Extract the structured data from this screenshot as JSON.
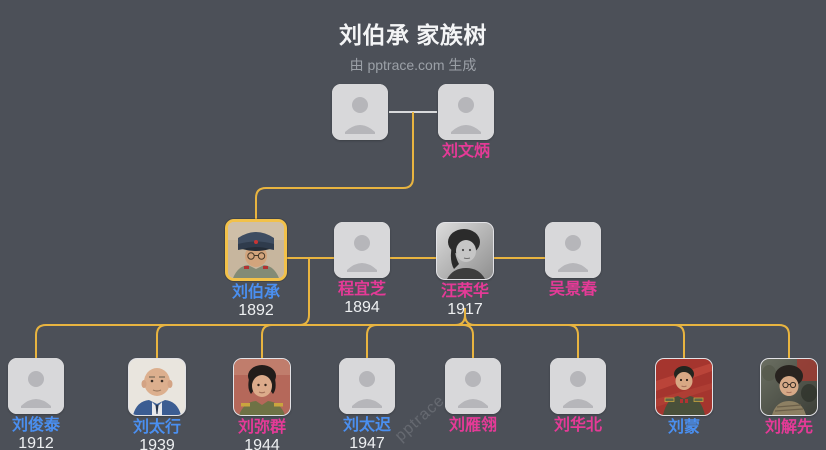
{
  "header": {
    "title": "刘伯承 家族树",
    "subtitle": "由 pptrace.com 生成"
  },
  "watermark": "pptrace.com",
  "colors": {
    "background": "#4c5058",
    "name_blue": "#4a8ff0",
    "name_pink": "#e53a97",
    "tree_line": "#e8b440",
    "couple_line": "#d9dadc",
    "highlight_border": "#f2c14a",
    "year_text": "#eef0f2",
    "placeholder_bg": "#d8d8da",
    "placeholder_icon": "#b6b6ba"
  },
  "people": {
    "gen1": [
      {
        "name": "",
        "avatar": "silhouette"
      },
      {
        "name": "刘文炳",
        "name_color": "pink",
        "avatar": "silhouette"
      }
    ],
    "gen2": [
      {
        "name": "刘伯承",
        "year": "1892",
        "name_color": "blue",
        "avatar": "photo",
        "highlighted": true
      },
      {
        "name": "程宜芝",
        "year": "1894",
        "name_color": "pink",
        "avatar": "silhouette"
      },
      {
        "name": "汪荣华",
        "year": "1917",
        "name_color": "pink",
        "avatar": "photo"
      },
      {
        "name": "吴景春",
        "name_color": "pink",
        "avatar": "silhouette"
      }
    ],
    "gen3": [
      {
        "name": "刘俊泰",
        "year": "1912",
        "name_color": "blue",
        "avatar": "silhouette"
      },
      {
        "name": "刘太行",
        "year": "1939",
        "name_color": "blue",
        "avatar": "photo"
      },
      {
        "name": "刘弥群",
        "year": "1944",
        "name_color": "pink",
        "avatar": "photo"
      },
      {
        "name": "刘太迟",
        "year": "1947",
        "name_color": "blue",
        "avatar": "silhouette"
      },
      {
        "name": "刘雁翎",
        "name_color": "pink",
        "avatar": "silhouette"
      },
      {
        "name": "刘华北",
        "name_color": "pink",
        "avatar": "silhouette"
      },
      {
        "name": "刘蒙",
        "name_color": "blue",
        "avatar": "photo"
      },
      {
        "name": "刘解先",
        "name_color": "pink",
        "avatar": "photo"
      }
    ]
  }
}
